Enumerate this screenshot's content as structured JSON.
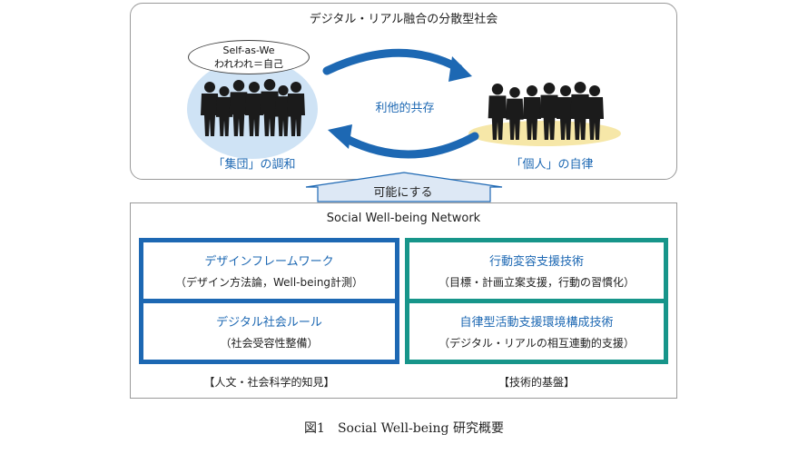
{
  "top": {
    "title": "デジタル・リアル融合の分散型社会",
    "bubble_line1": "Self-as-We",
    "bubble_line2": "われわれ＝自己",
    "left_caption": "「集団」の調和",
    "right_caption": "「個人」の自律",
    "middle_label": "利他的共存"
  },
  "connector": {
    "label": "可能にする"
  },
  "bottom": {
    "title": "Social Well-being Network",
    "boxes": [
      {
        "title": "デザインフレームワーク",
        "sub": "（デザイン方法論，Well-being計測）"
      },
      {
        "title": "デジタル社会ルール",
        "sub": "（社会受容性整備）"
      },
      {
        "title": "行動変容支援技術",
        "sub": "（目標・計画立案支援，行動の習慣化）"
      },
      {
        "title": "自律型活動支援環境構成技術",
        "sub": "（デジタル・リアルの相互連動的支援）"
      }
    ],
    "left_footer": "【人文・社会科学的知見】",
    "right_footer": "【技術的基盤】"
  },
  "caption": "図1　Social Well-being 研究概要",
  "colors": {
    "blue": "#1d68b3",
    "teal": "#17958a",
    "ellipse_blue": "#cfe3f5",
    "ellipse_yellow": "#f6e7a8"
  }
}
